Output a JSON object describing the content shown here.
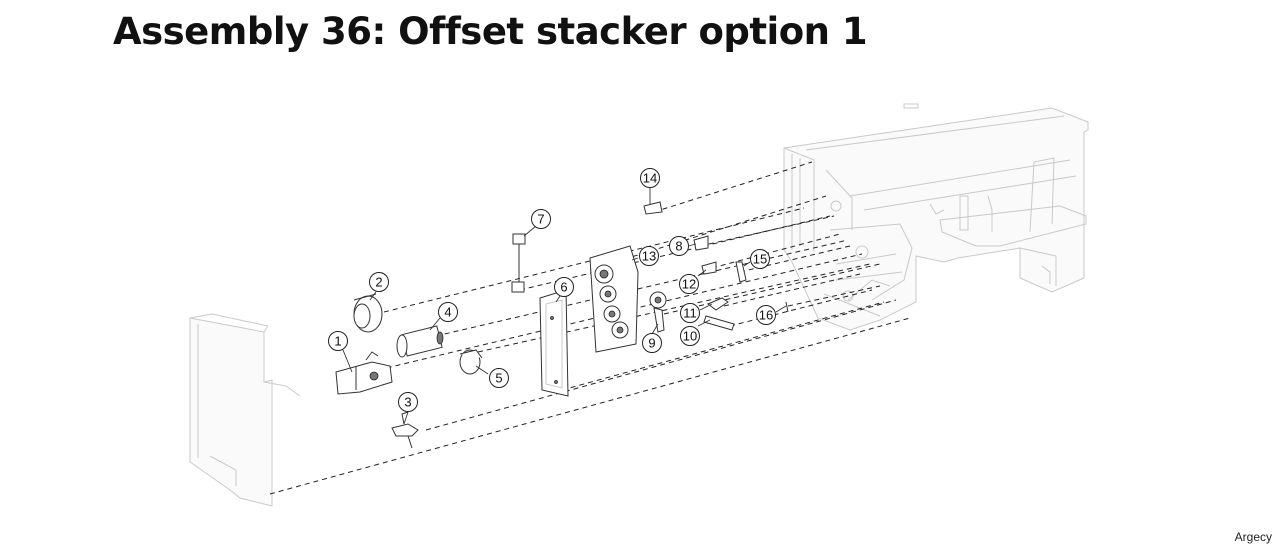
{
  "title": "Assembly 36: Offset stacker option 1",
  "watermark": "Argecy",
  "callouts": [
    "1",
    "2",
    "3",
    "4",
    "5",
    "6",
    "7",
    "8",
    "9",
    "10",
    "11",
    "12",
    "13",
    "14",
    "15",
    "16"
  ]
}
